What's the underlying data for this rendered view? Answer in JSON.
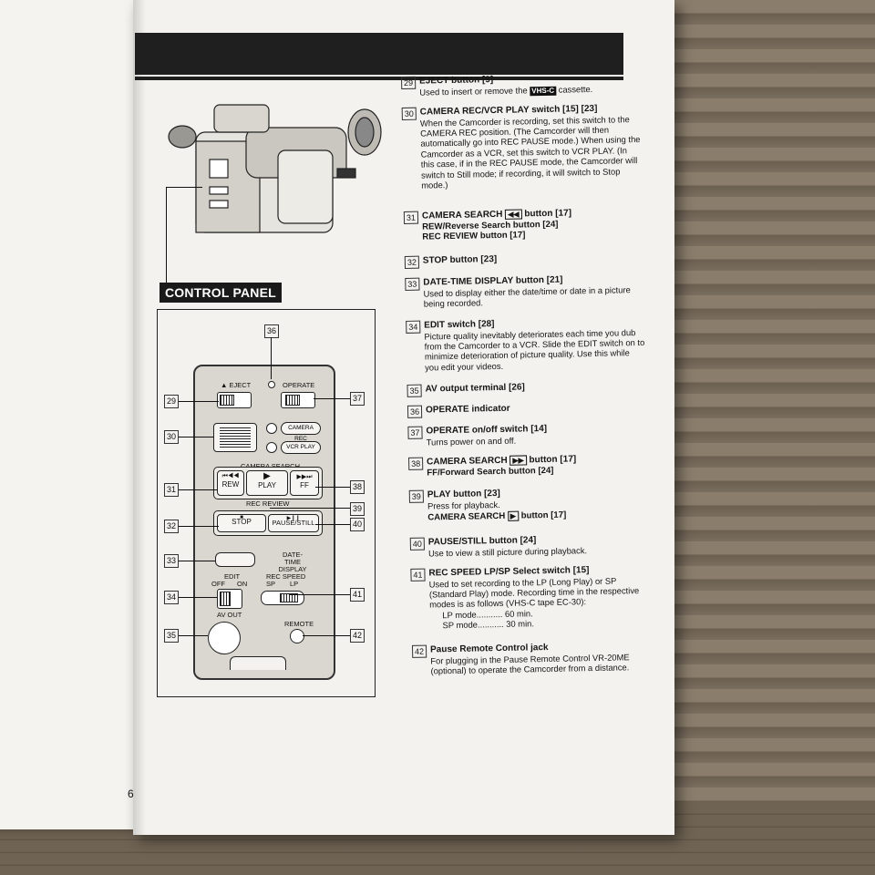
{
  "page": {
    "number": "6"
  },
  "panel": {
    "title": "CONTROL PANEL",
    "labels": {
      "eject": "▲ EJECT",
      "operate": "OPERATE",
      "camera_rec": "CAMERA REC",
      "vcr_play": "VCR PLAY",
      "camera_search": "CAMERA SEARCH",
      "rew": "REW",
      "play": "PLAY",
      "ff": "FF",
      "rec_review": "REC REVIEW",
      "stop": "STOP",
      "pause_still": "PAUSE/STILL",
      "date_time_display": "DATE-TIME DISPLAY",
      "edit": "EDIT",
      "off": "OFF",
      "on": "ON",
      "rec_speed": "REC SPEED",
      "sp": "SP",
      "lp": "LP",
      "av_out": "AV OUT",
      "remote": "REMOTE"
    },
    "callouts": [
      "29",
      "30",
      "31",
      "32",
      "33",
      "34",
      "35",
      "36",
      "37",
      "38",
      "39",
      "40",
      "41",
      "42"
    ]
  },
  "items": [
    {
      "num": "29",
      "title": "EJECT button [9]",
      "desc_before": "Used to insert or remove the ",
      "badge": "VHS-C",
      "desc_after": " cassette."
    },
    {
      "num": "30",
      "title": "CAMERA REC/VCR PLAY switch [15] [23]",
      "desc": "When the Camcorder is recording, set this switch to the CAMERA REC position. (The Camcorder will then automatically go into REC PAUSE mode.) When using the Camcorder as a VCR, set this switch to VCR PLAY. (In this case, if in the REC PAUSE mode, the Camcorder will switch to Still mode; if recording, it will switch to Stop mode.)"
    },
    {
      "num": "31",
      "title_before": "CAMERA SEARCH ",
      "glyph": "◀◀",
      "title_after": " button [17]",
      "extra": [
        "REW/Reverse Search button [24]",
        "REC REVIEW button [17]"
      ]
    },
    {
      "num": "32",
      "title": "STOP button [23]"
    },
    {
      "num": "33",
      "title": "DATE-TIME DISPLAY button [21]",
      "desc": "Used to display either the date/time or date in a picture being recorded."
    },
    {
      "num": "34",
      "title": "EDIT switch [28]",
      "desc": "Picture quality inevitably deteriorates each time you dub from the Camcorder to a VCR. Slide the EDIT switch on to minimize deterioration of picture quality. Use this while you edit your videos."
    },
    {
      "num": "35",
      "title": "AV output terminal [26]"
    },
    {
      "num": "36",
      "title": "OPERATE indicator"
    },
    {
      "num": "37",
      "title": "OPERATE on/off switch [14]",
      "desc": "Turns power on and off."
    },
    {
      "num": "38",
      "title_before": "CAMERA SEARCH ",
      "glyph": "▶▶",
      "title_after": " button [17]",
      "extra": [
        "FF/Forward Search button [24]"
      ]
    },
    {
      "num": "39",
      "title": "PLAY button [23]",
      "desc": "Press for playback.",
      "extra_before": "CAMERA SEARCH ",
      "extra_glyph": "▶",
      "extra_after": " button [17]"
    },
    {
      "num": "40",
      "title": "PAUSE/STILL button [24]",
      "desc": "Use to view a still picture during playback."
    },
    {
      "num": "41",
      "title": "REC SPEED LP/SP Select switch [15]",
      "desc": "Used to set recording to the LP (Long Play) or SP (Standard Play) mode. Recording time in the respective modes is as follows (VHS-C tape EC-30):",
      "modes": [
        "LP mode........... 60 min.",
        "SP mode........... 30 min."
      ]
    },
    {
      "num": "42",
      "title": "Pause Remote Control jack",
      "desc": "For plugging in the Pause Remote Control VR-20ME (optional) to operate the Camcorder from a distance."
    }
  ]
}
